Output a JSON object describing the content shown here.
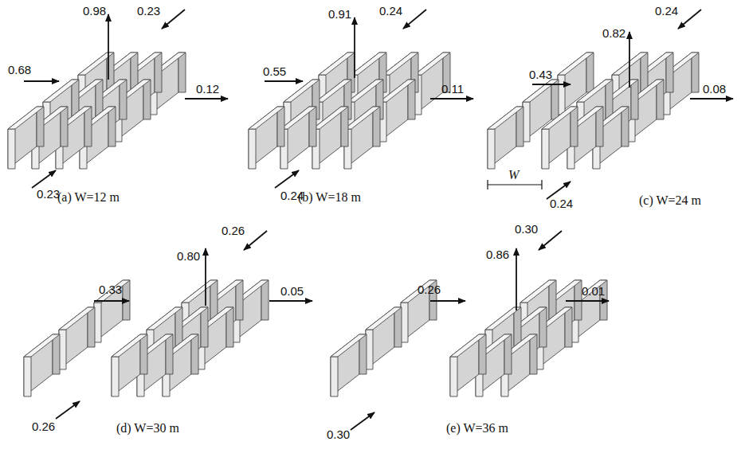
{
  "diagram": {
    "labels": [
      "0.98",
      "0.23",
      "0.68",
      "0.12",
      "0.23",
      "(a) W=12 m",
      "0.91",
      "0.24",
      "0.55",
      "0.11",
      "0.24",
      "(b) W=18 m",
      "0.82",
      "0.24",
      "0.43",
      "0.08",
      "W",
      "0.24",
      "(c) W=24 m",
      "0.80",
      "0.26",
      "0.33",
      "0.05",
      "0.26",
      "(d) W=30 m",
      "0.30",
      "0.86",
      "0.26",
      "0.01",
      "0.30",
      "(e) W=36 m"
    ]
  }
}
